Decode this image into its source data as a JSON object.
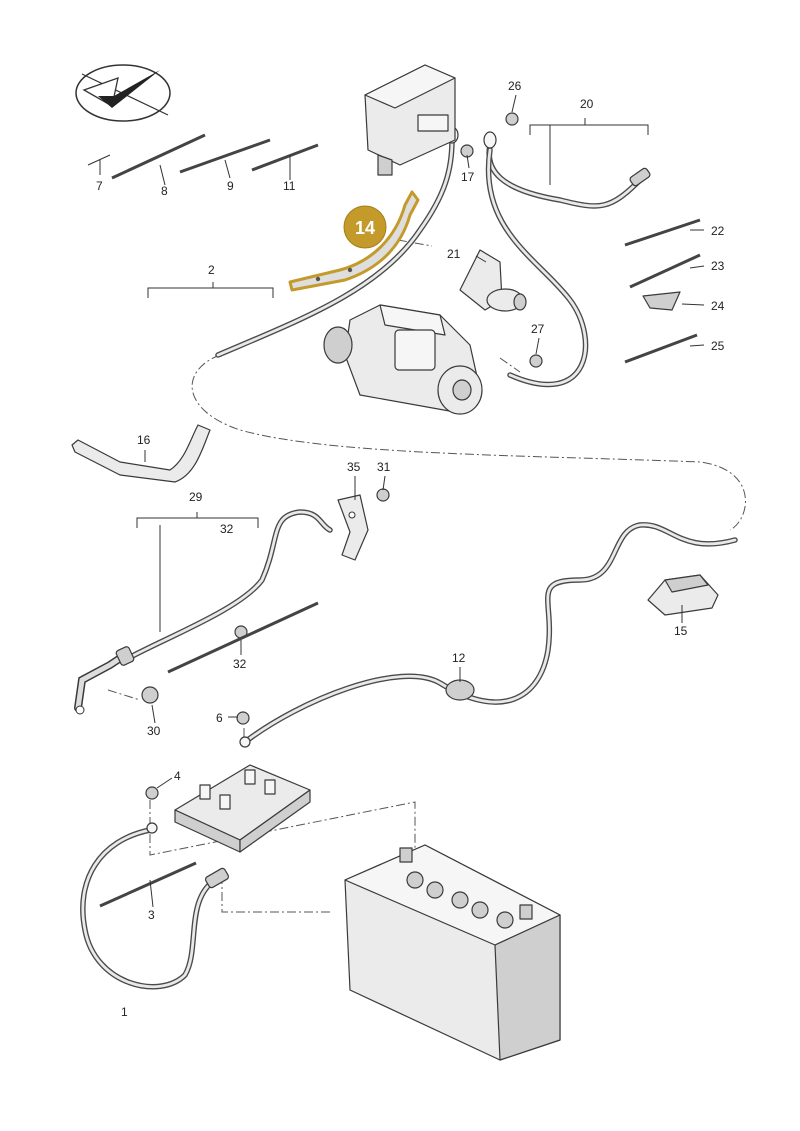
{
  "callouts": [
    {
      "id": "1",
      "text": "1"
    },
    {
      "id": "2",
      "text": "2"
    },
    {
      "id": "3",
      "text": "3"
    },
    {
      "id": "4",
      "text": "4"
    },
    {
      "id": "6",
      "text": "6"
    },
    {
      "id": "7",
      "text": "7"
    },
    {
      "id": "8",
      "text": "8"
    },
    {
      "id": "9",
      "text": "9"
    },
    {
      "id": "11",
      "text": "11"
    },
    {
      "id": "12",
      "text": "12"
    },
    {
      "id": "14",
      "text": "14"
    },
    {
      "id": "15",
      "text": "15"
    },
    {
      "id": "16",
      "text": "16"
    },
    {
      "id": "17",
      "text": "17"
    },
    {
      "id": "20",
      "text": "20"
    },
    {
      "id": "21",
      "text": "21"
    },
    {
      "id": "22",
      "text": "22"
    },
    {
      "id": "23",
      "text": "23"
    },
    {
      "id": "24",
      "text": "24"
    },
    {
      "id": "25",
      "text": "25"
    },
    {
      "id": "26",
      "text": "26"
    },
    {
      "id": "27",
      "text": "27"
    },
    {
      "id": "29",
      "text": "29"
    },
    {
      "id": "30",
      "text": "30"
    },
    {
      "id": "31",
      "text": "31"
    },
    {
      "id": "32a",
      "text": "32"
    },
    {
      "id": "32b",
      "text": "32"
    },
    {
      "id": "35",
      "text": "35"
    }
  ],
  "highlight": {
    "part": "14",
    "color": "#c49a2a",
    "text_color": "#ffffff"
  },
  "logo": {
    "icon": "check-logo-icon"
  }
}
